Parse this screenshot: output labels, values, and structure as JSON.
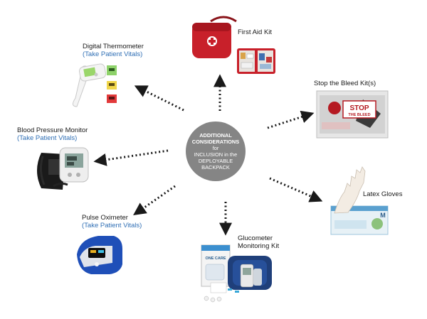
{
  "center": {
    "line1": "ADDITIONAL",
    "line2": "CONSIDERATIONS",
    "line3": "for",
    "line4": "INCLUSION in the",
    "line5": "DEPLOYABLE",
    "line6": "BACKPACK"
  },
  "items": [
    {
      "id": "first-aid-kit",
      "label": "First Aid Kit"
    },
    {
      "id": "stop-the-bleed",
      "label": "Stop the Bleed Kit(s)",
      "sign_line1": "STOP",
      "sign_line2": "THE BLEED"
    },
    {
      "id": "latex-gloves",
      "label": "Latex Gloves",
      "box_text": "M"
    },
    {
      "id": "glucometer",
      "label_line1": "Glucometer",
      "label_line2": "Monitoring Kit",
      "box_text": "ONE CARE"
    },
    {
      "id": "pulse-oximeter",
      "label": "Pulse Oximeter",
      "sublabel": "(Take Patient Vitals)"
    },
    {
      "id": "blood-pressure",
      "label": "Blood Pressure Monitor",
      "sublabel": "(Take Patient Vitals)"
    },
    {
      "id": "thermometer",
      "label": "Digital Thermometer",
      "sublabel": "(Take Patient Vitals)"
    }
  ],
  "colors": {
    "hub": "#858585",
    "connector": "#1a1a1a",
    "sublabel": "#2f6fb5",
    "kit_red": "#c8202a",
    "oximeter_blue": "#1f4fb8"
  }
}
